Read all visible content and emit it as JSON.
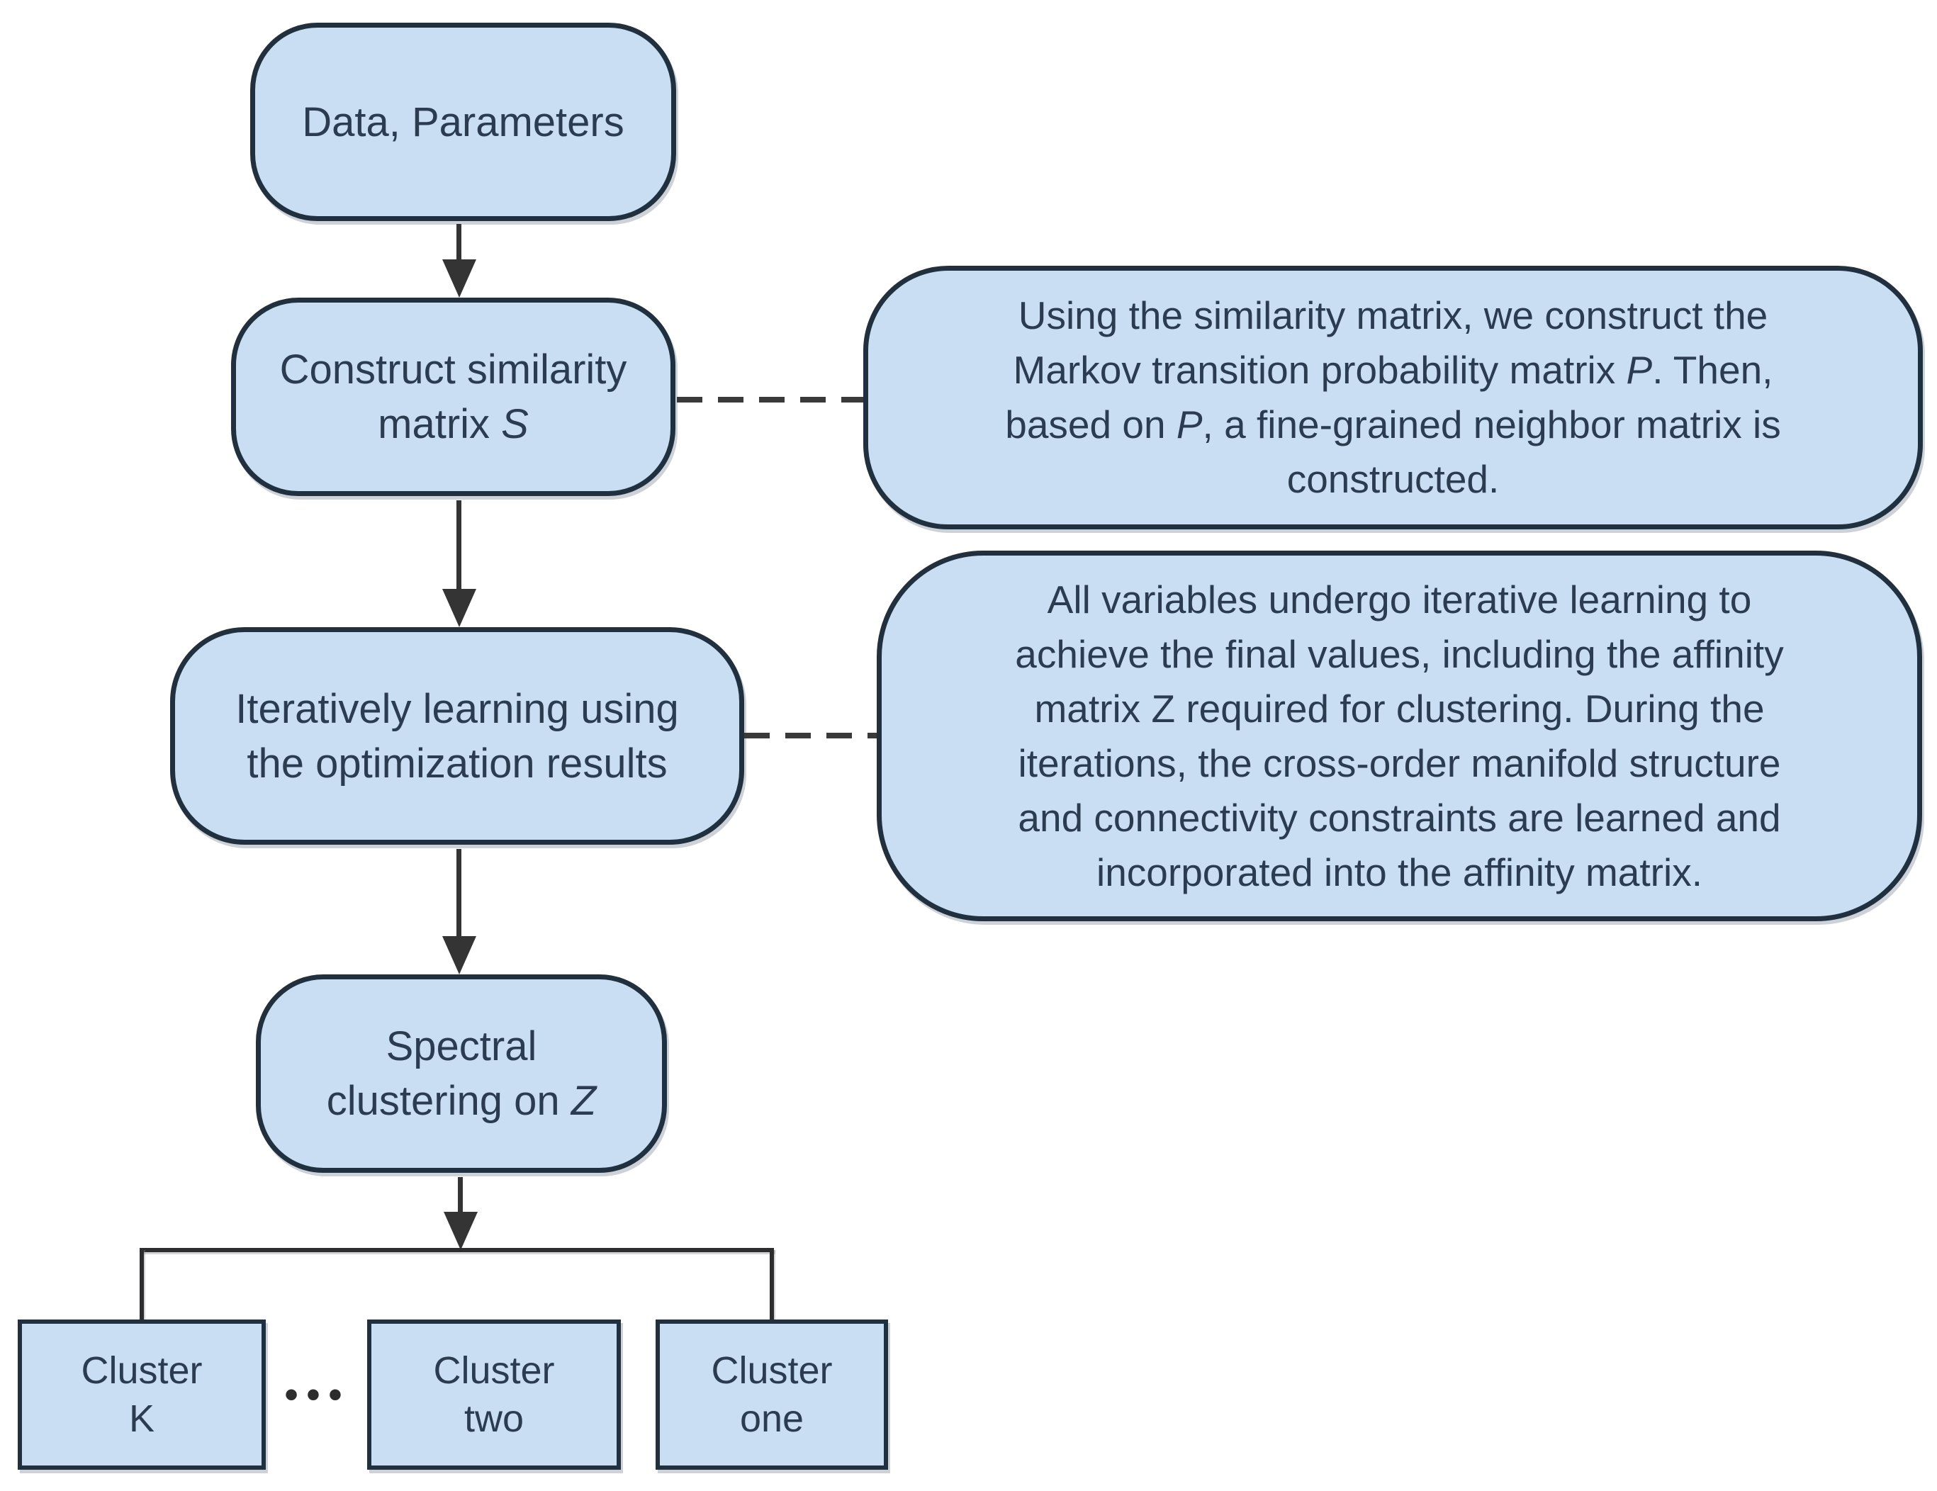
{
  "colors": {
    "background": "#ffffff",
    "node_fill": "#c9def2",
    "node_border": "#20303f",
    "text": "#2b3c51",
    "connector": "#343434"
  },
  "nodes": {
    "start": {
      "label": "Data, Parameters"
    },
    "similarity": {
      "line1": "Construct similarity",
      "line2_pre": "matrix ",
      "line2_var": "S"
    },
    "iterative": {
      "line1": "Iteratively learning using",
      "line2": "the optimization results"
    },
    "spectral": {
      "line1": "Spectral",
      "line2_pre": "clustering on ",
      "line2_var": "Z"
    },
    "cluster_k": {
      "line1": "Cluster",
      "line2": "K"
    },
    "cluster_two": {
      "line1": "Cluster",
      "line2": "two"
    },
    "cluster_one": {
      "line1": "Cluster",
      "line2": "one"
    },
    "ellipsis": "•••"
  },
  "callouts": {
    "markov": {
      "line1": "Using the similarity matrix, we construct the",
      "line2_pre": "Markov transition probability matrix ",
      "line2_var": "P",
      "line2_post": ". Then,",
      "line3_pre": "based on ",
      "line3_var": "P",
      "line3_post": ", a fine-grained neighbor matrix is",
      "line4": "constructed."
    },
    "learning": {
      "lines": [
        "All variables undergo iterative learning to",
        "achieve the final values, including the affinity",
        "matrix Z required for clustering. During the",
        "iterations, the cross-order manifold structure",
        "and connectivity constraints are learned and",
        "incorporated into the affinity matrix."
      ]
    }
  }
}
